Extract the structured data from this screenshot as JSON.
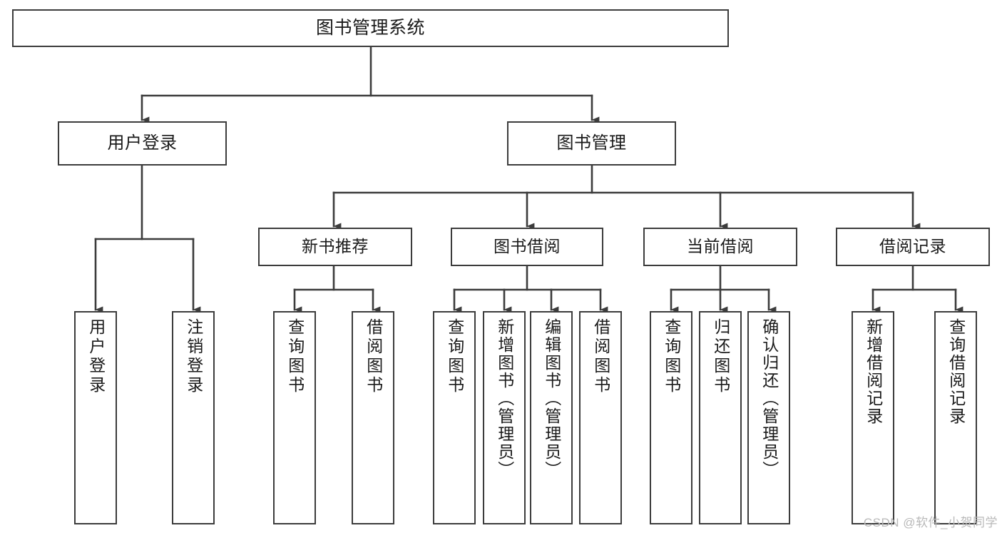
{
  "diagram": {
    "title": "图书管理系统",
    "type": "tree",
    "colors": {
      "stroke": "#3c3c3c",
      "background": "#ffffff",
      "text": "#1a1a1a",
      "watermark": "#b9b9b9"
    },
    "root": {
      "label": "图书管理系统"
    },
    "level1": [
      {
        "id": "user-login",
        "label": "用户登录"
      },
      {
        "id": "book-manage",
        "label": "图书管理"
      }
    ],
    "level2": [
      {
        "id": "new-book-rec",
        "label": "新书推荐"
      },
      {
        "id": "book-borrow",
        "label": "图书借阅"
      },
      {
        "id": "current-borrow",
        "label": "当前借阅"
      },
      {
        "id": "borrow-record",
        "label": "借阅记录"
      }
    ],
    "leaves": [
      {
        "id": "leaf-user-login",
        "label": "用户登录",
        "parent": "user-login"
      },
      {
        "id": "leaf-logout",
        "label": "注销登录",
        "parent": "user-login"
      },
      {
        "id": "leaf-query-book-1",
        "label": "查询图书",
        "parent": "new-book-rec"
      },
      {
        "id": "leaf-borrow-book-1",
        "label": "借阅图书",
        "parent": "new-book-rec"
      },
      {
        "id": "leaf-query-book-2",
        "label": "查询图书",
        "parent": "book-borrow"
      },
      {
        "id": "leaf-add-book",
        "label": "新增图书（管理员）",
        "parent": "book-borrow"
      },
      {
        "id": "leaf-edit-book",
        "label": "编辑图书（管理员）",
        "parent": "book-borrow"
      },
      {
        "id": "leaf-borrow-book-2",
        "label": "借阅图书",
        "parent": "book-borrow"
      },
      {
        "id": "leaf-query-book-3",
        "label": "查询图书",
        "parent": "current-borrow"
      },
      {
        "id": "leaf-return-book",
        "label": "归还图书",
        "parent": "current-borrow"
      },
      {
        "id": "leaf-confirm-return",
        "label": "确认归还（管理员）",
        "parent": "current-borrow"
      },
      {
        "id": "leaf-add-record",
        "label": "新增借阅记录",
        "parent": "borrow-record"
      },
      {
        "id": "leaf-query-record",
        "label": "查询借阅记录",
        "parent": "borrow-record"
      }
    ],
    "watermark": "CSDN @软件_小贺同学"
  }
}
